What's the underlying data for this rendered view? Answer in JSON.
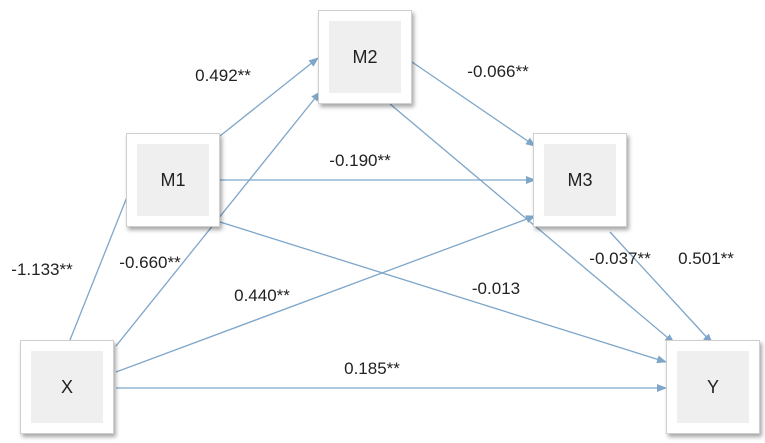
{
  "nodes": {
    "x": "X",
    "m1": "M1",
    "m2": "M2",
    "m3": "M3",
    "y": "Y"
  },
  "paths": [
    {
      "from": "X",
      "to": "M1",
      "coefficient": "-1.133**"
    },
    {
      "from": "X",
      "to": "M2",
      "coefficient": "-0.660**"
    },
    {
      "from": "X",
      "to": "M3",
      "coefficient": "0.440**"
    },
    {
      "from": "X",
      "to": "Y",
      "coefficient": "0.185**"
    },
    {
      "from": "M1",
      "to": "M2",
      "coefficient": "0.492**"
    },
    {
      "from": "M1",
      "to": "M3",
      "coefficient": "-0.190**"
    },
    {
      "from": "M1",
      "to": "Y",
      "coefficient": "-0.013"
    },
    {
      "from": "M2",
      "to": "M3",
      "coefficient": "-0.066**"
    },
    {
      "from": "M2",
      "to": "Y",
      "coefficient": "-0.037**"
    },
    {
      "from": "M3",
      "to": "Y",
      "coefficient": "0.501**"
    }
  ],
  "colors": {
    "arrow": "#7ea6c9"
  }
}
